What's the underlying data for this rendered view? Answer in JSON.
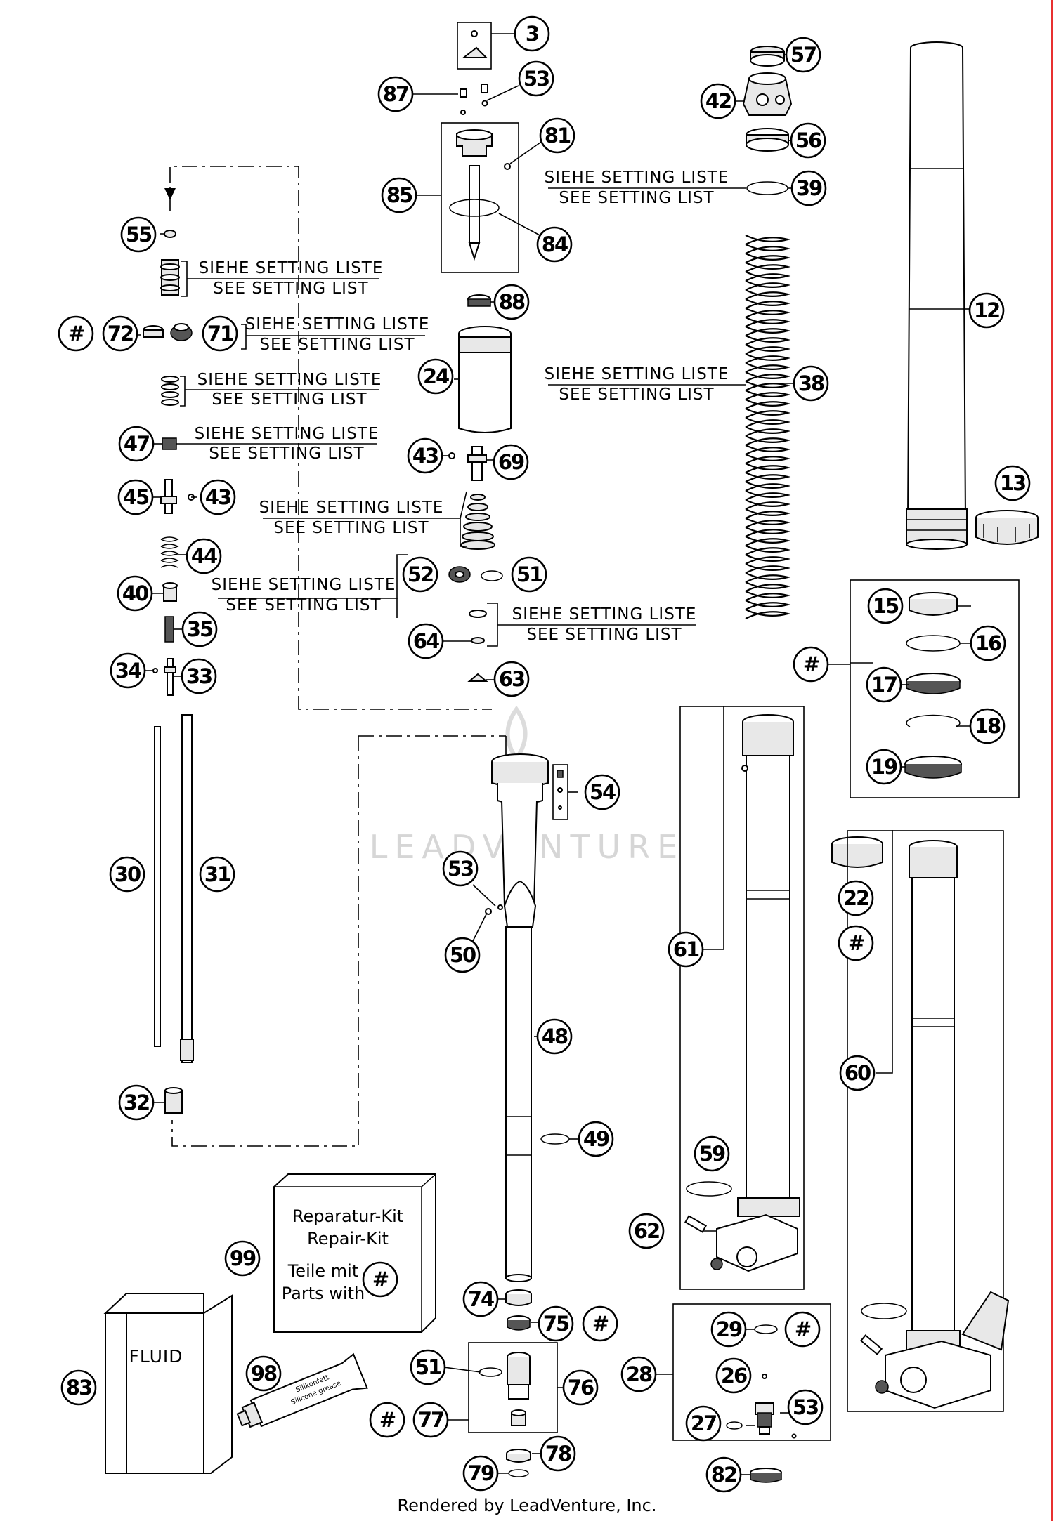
{
  "callouts": {
    "p3": "3",
    "p87": "87",
    "p53a": "53",
    "p81": "81",
    "p85": "85",
    "p84": "84",
    "p57": "57",
    "p42": "42",
    "p56": "56",
    "p39": "39",
    "p12": "12",
    "p13": "13",
    "p55": "55",
    "p72": "72",
    "p71": "71",
    "p47": "47",
    "p45": "45",
    "p43a": "43",
    "p44": "44",
    "p40": "40",
    "p35": "35",
    "p34": "34",
    "p33": "33",
    "p30": "30",
    "p31": "31",
    "p32": "32",
    "p88": "88",
    "p24": "24",
    "p43b": "43",
    "p69": "69",
    "p38": "38",
    "p52": "52",
    "p51a": "51",
    "p64": "64",
    "p63": "63",
    "p15": "15",
    "p16": "16",
    "p17": "17",
    "p18": "18",
    "p19": "19",
    "p54": "54",
    "p53b": "53",
    "p50": "50",
    "p48": "48",
    "p49": "49",
    "p61": "61",
    "p22": "22",
    "p60": "60",
    "p59": "59",
    "p62": "62",
    "p99": "99",
    "p83": "83",
    "p98": "98",
    "p74": "74",
    "p75": "75",
    "p51b": "51",
    "p76": "76",
    "p77": "77",
    "p78": "78",
    "p79": "79",
    "p28": "28",
    "p29": "29",
    "p26": "26",
    "p27": "27",
    "p53c": "53",
    "p82": "82",
    "hash_72": "#",
    "hash_kit": "#",
    "hash_22": "#",
    "hash_75": "#",
    "hash_77": "#",
    "hash_29": "#",
    "hash_99": "#"
  },
  "notes": {
    "setting_de": "SIEHE SETTING LISTE",
    "setting_en": "SEE SETTING LIST"
  },
  "repair_kit": {
    "line1": "Reparatur-Kit",
    "line2": "Repair-Kit",
    "line3": "Teile mit",
    "line4": "Parts with"
  },
  "fluid_label": "FLUID",
  "grease_label_1": "Silikonfett",
  "grease_label_2": "Silicone grease",
  "watermark": "LEADVENTURE",
  "footer": "Rendered by LeadVenture, Inc."
}
